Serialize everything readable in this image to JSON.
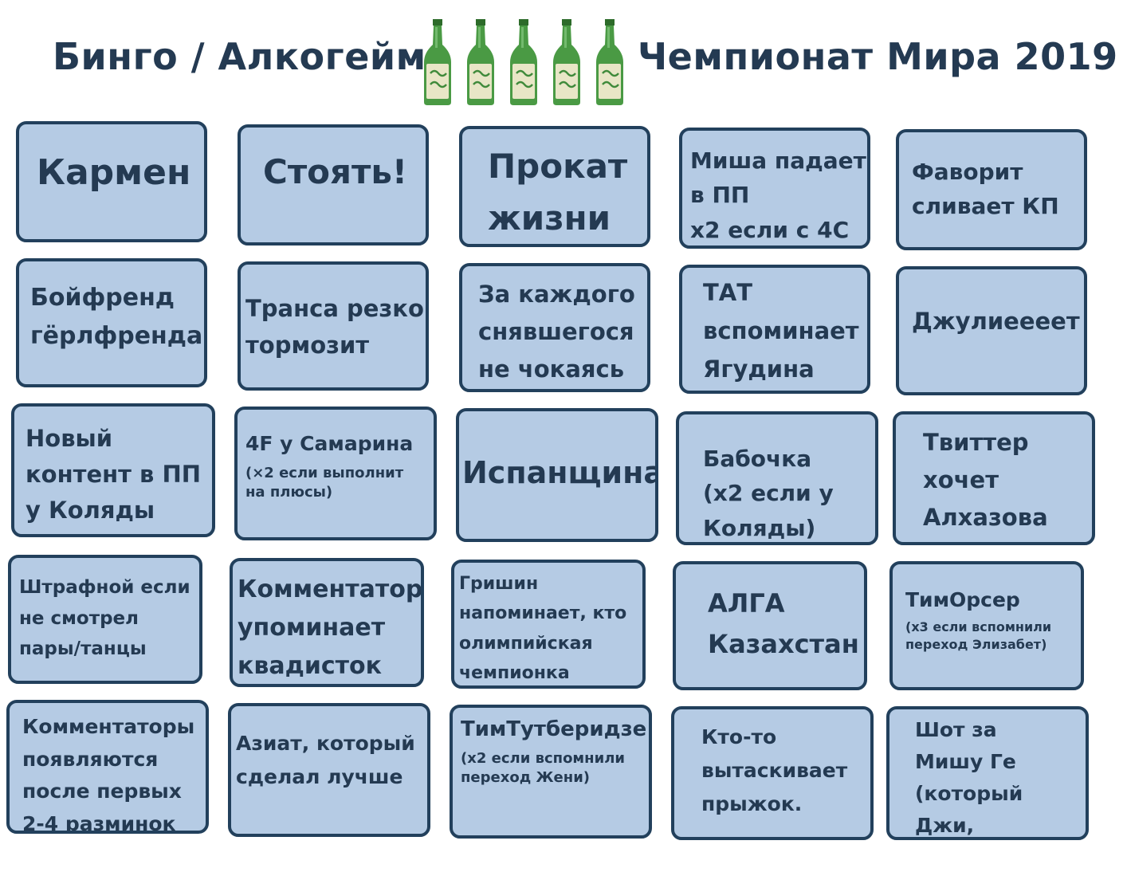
{
  "title": {
    "left": "Бинго / Алкогейм",
    "right": "Чемпионат Мира 2019"
  },
  "bottle_icon": "soju-bottle-icon",
  "colors": {
    "cell_fill": "#b5cbe4",
    "cell_border": "#22405c",
    "text": "#243a52",
    "bottle_green": "#3f8a3a"
  },
  "cells": [
    {
      "text": "Кармен"
    },
    {
      "text": "Стоять!"
    },
    {
      "text": "Прокат\nжизни"
    },
    {
      "text": "Миша падает\nв ПП\nх2 если с 4С"
    },
    {
      "text": "Фаворит\nсливает КП"
    },
    {
      "text": "Бойфренд\nгёрлфренда"
    },
    {
      "text": "Транса резко\nтормозит"
    },
    {
      "text": "За каждого\nснявшегося\nне чокаясь"
    },
    {
      "text": "ТАТ\nвспоминает\nЯгудина"
    },
    {
      "text": "Джулиеееет"
    },
    {
      "text": "Новый\nконтент в ПП\nу Коляды"
    },
    {
      "text": "4F у Самарина",
      "sub": "(×2 если выполнит\nна плюсы)"
    },
    {
      "text": "Испанщина"
    },
    {
      "text": "Бабочка\n(х2 если у\nКоляды)"
    },
    {
      "text": "Твиттер\nхочет\nАлхазова"
    },
    {
      "text": "Штрафной если\nне смотрел\nпары/танцы"
    },
    {
      "text": "Комментатор\nупоминает\nквадисток"
    },
    {
      "text": "Гришин\nнапоминает, кто\nолимпийская\nчемпионка"
    },
    {
      "text": "АЛГА\nКазахстан"
    },
    {
      "text": "ТимОрсер",
      "sub": "(х3 если вспомнили\nпереход Элизабет)"
    },
    {
      "text": "Комментаторы\nпоявляются\nпосле первых\n2-4 разминок"
    },
    {
      "text": "Азиат, который\nсделал лучше"
    },
    {
      "text": "ТимТутберидзе",
      "sub": "(х2 если вспомнили\nпереход Жени)"
    },
    {
      "text": "Кто-то\nвытаскивает\nпрыжок."
    },
    {
      "text": "Шот за\nМишу Ге\n(который Джи,\nно у нас Ге"
    }
  ]
}
